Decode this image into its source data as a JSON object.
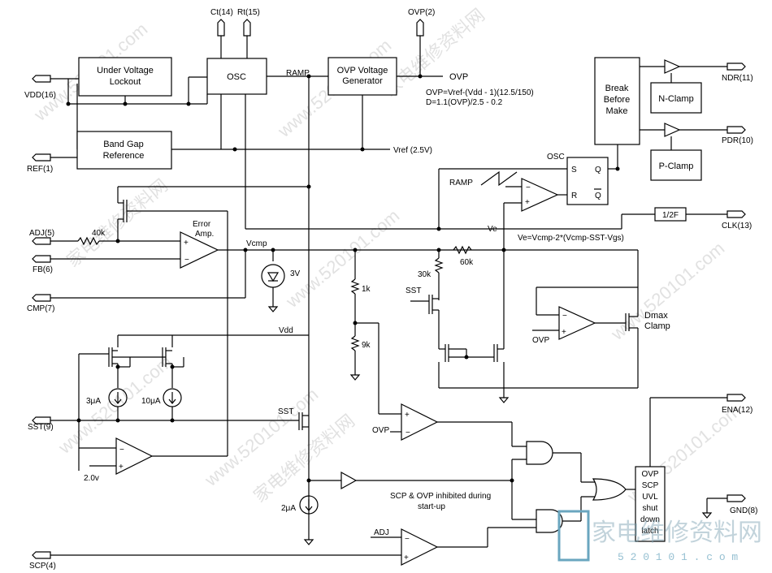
{
  "pins": {
    "ct": "Ct(14)",
    "rt": "Rt(15)",
    "ovp_pin": "OVP(2)",
    "vdd": "VDD(16)",
    "ref": "REF(1)",
    "adj": "ADJ(5)",
    "fb": "FB(6)",
    "cmp": "CMP(7)",
    "sst": "SST(9)",
    "scp": "SCP(4)",
    "ndr": "NDR(11)",
    "pdr": "PDR(10)",
    "clk": "CLK(13)",
    "ena": "ENA(12)",
    "gnd": "GND(8)"
  },
  "blocks": {
    "uvl": [
      "Under Voltage",
      "Lockout"
    ],
    "osc": "OSC",
    "ovp_gen": [
      "OVP Voltage",
      "Generator"
    ],
    "bandgap": [
      "Band Gap",
      "Reference"
    ],
    "bbm": [
      "Break",
      "Before",
      "Make"
    ],
    "nclamp": "N-Clamp",
    "pclamp": "P-Clamp",
    "half_f": "1/2F",
    "latch": [
      "OVP",
      "SCP",
      "UVL",
      "shut",
      "down",
      "latch"
    ]
  },
  "labels": {
    "ramp": "RAMP",
    "ovp": "OVP",
    "ovp_eq1": "OVP=Vref-(Vdd - 1)(12.5/150)",
    "ovp_eq2": "D=1.1(OVP)/2.5 - 0.2",
    "vref": "Vref (2.5V)",
    "osc2": "OSC",
    "ramp2": "RAMP",
    "s": "S",
    "q": "Q",
    "r": "R",
    "qbar": "Q",
    "ve": "Ve",
    "ve_eq": "Ve=Vcmp-2*(Vcmp-SST-Vgs)",
    "r40k": "40k",
    "err1": "Error",
    "err2": "Amp.",
    "vcmp": "Vcmp",
    "v3": "3V",
    "r1k": "1k",
    "r9k": "9k",
    "r30k": "30k",
    "r60k": "60k",
    "sst_small": "SST",
    "dmax1": "Dmax",
    "dmax2": "Clamp",
    "ovp_small": "OVP",
    "vdd_small": "Vdd",
    "i3": "3μA",
    "i10": "10μA",
    "sst_mid": "SST",
    "v2": "2.0v",
    "ovp_mid": "OVP",
    "i2": "2μA",
    "inhibit1": "SCP & OVP inhibited during",
    "inhibit2": "start-up",
    "adj_small": "ADJ",
    "wm_url": "www.520101.com",
    "wm_cn": "家电维修资料网",
    "logo_cn": "家电维修资料网",
    "logo_url": "5 2 0 1 0 1 . c o m"
  }
}
